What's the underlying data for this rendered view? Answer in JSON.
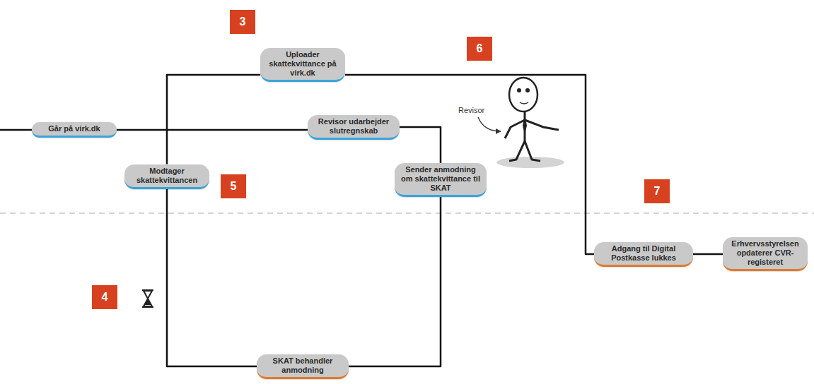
{
  "diagram": {
    "nodes": [
      {
        "text": [
          "Går på virk.dk"
        ]
      },
      {
        "text": [
          "Uploader skattekvittance på virk.dk"
        ]
      },
      {
        "text": [
          "Modtager skattekvittancen"
        ]
      },
      {
        "text": [
          "Revisor udarbejder slutregnskab"
        ]
      },
      {
        "text": [
          "Sender anmodning om skattekvittance til SKAT"
        ]
      },
      {
        "text": [
          "SKAT behandler anmodning"
        ]
      },
      {
        "text": [
          "Adgang til Digital Postkasse lukkes"
        ]
      },
      {
        "text": [
          "Erhvervsstyrelsen opdaterer CVR-registeret"
        ]
      }
    ],
    "edges": [
      {
        "from": 0,
        "to": 3,
        "arrow": "none"
      },
      {
        "from": 3,
        "to": 4,
        "arrow": "none"
      },
      {
        "from": 4,
        "to": 5,
        "arrow": "none"
      },
      {
        "from": 5,
        "to": 2,
        "arrow": "none"
      },
      {
        "from": 2,
        "to": 1,
        "arrow": "none"
      },
      {
        "from": 1,
        "to": 6,
        "arrow": "none"
      },
      {
        "from": 6,
        "to": 7,
        "arrow": "none"
      }
    ],
    "labels": [
      "3",
      "6",
      "Revisor",
      "5",
      "7",
      "4"
    ]
  }
}
